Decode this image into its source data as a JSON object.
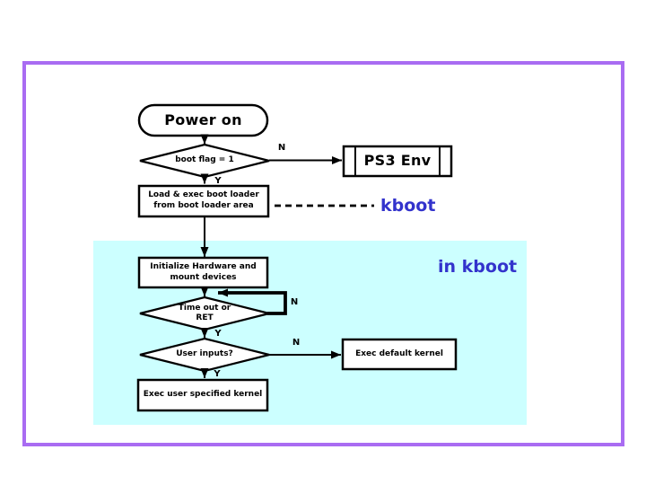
{
  "diagram": {
    "nodes": {
      "power_on": "Power on",
      "boot_flag": "boot flag = 1",
      "ps3_env": "PS3 Env",
      "load_loader_line1": "Load & exec boot loader",
      "load_loader_line2": "from boot loader area",
      "init_hw_line1": "Initialize Hardware and",
      "init_hw_line2": "mount devices",
      "timeout_line1": "Time out or",
      "timeout_line2": "RET",
      "user_inputs": "User inputs?",
      "exec_default": "Exec default kernel",
      "exec_user": "Exec user specified kernel"
    },
    "annotations": {
      "kboot": "kboot",
      "in_kboot": "in kboot"
    },
    "edge_labels": {
      "boot_flag_no": "N",
      "boot_flag_yes": "Y",
      "timeout_no": "N",
      "timeout_yes": "Y",
      "user_inputs_no": "N",
      "user_inputs_yes": "Y"
    },
    "colors": {
      "border_purple": "#a96cf2",
      "region_cyan": "#ccffff",
      "annotation_blue": "#3333cc",
      "shape_stroke": "#000000",
      "shape_fill": "#ffffff"
    }
  }
}
